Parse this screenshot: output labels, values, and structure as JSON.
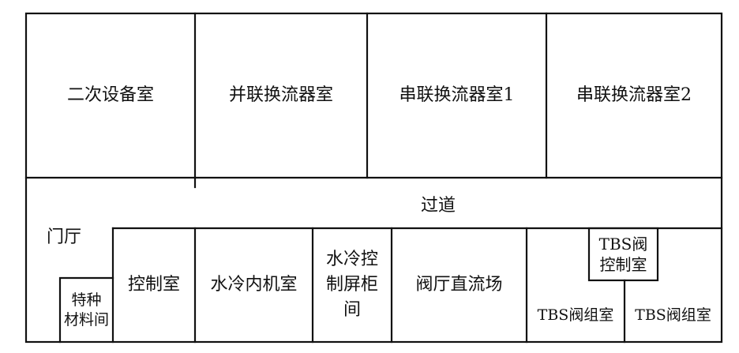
{
  "rooms": {
    "secondary_equipment": "二次设备室",
    "parallel_converter": "并联换流器室",
    "series_converter_1": "串联换流器室1",
    "series_converter_2": "串联换流器室2",
    "corridor": "过道",
    "lobby": "门厅",
    "special_materials": "特种\n材料间",
    "control_room": "控制室",
    "water_cooling_indoor": "水冷内机室",
    "water_cooling_panel": "水冷控\n制屏柜\n间",
    "valve_hall_dc_yard": "阀厅直流场",
    "tbs_valve_control": "TBS阀\n控制室",
    "tbs_valve_group_1": "TBS阀组室",
    "tbs_valve_group_2": "TBS阀组室"
  }
}
